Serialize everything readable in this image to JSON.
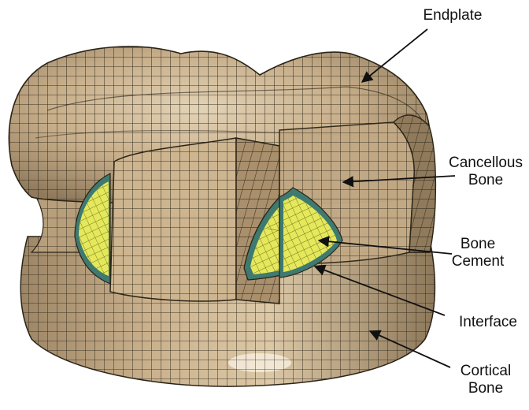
{
  "figure": {
    "labels": {
      "endplate": "Endplate",
      "cancellous_line1": "Cancellous",
      "cancellous_line2": "Bone",
      "cement_line1": "Bone",
      "cement_line2": "Cement",
      "interface": "Interface",
      "cortical_line1": "Cortical",
      "cortical_line2": "Bone"
    },
    "colors": {
      "bone": "#c7ae8a",
      "bone_dark": "#8f7a5c",
      "bone_light": "#e3d3b6",
      "mesh_line": "#2b2418",
      "cement": "#e4e85a",
      "interface": "#3f7a70",
      "arrow": "#111111"
    }
  }
}
